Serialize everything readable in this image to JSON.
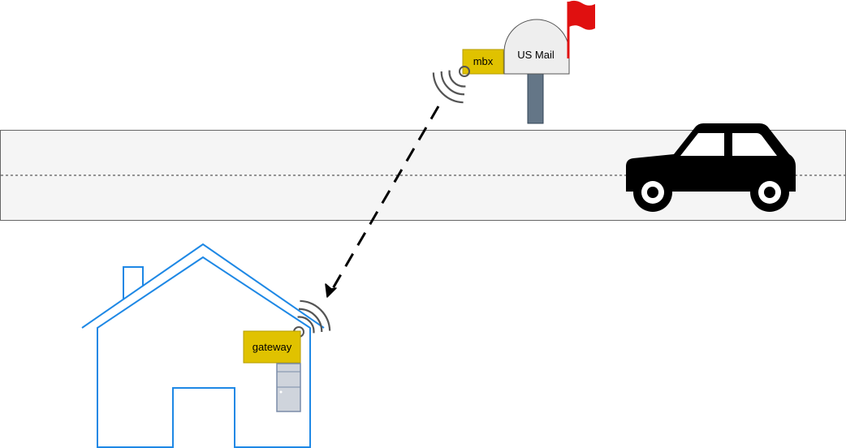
{
  "labels": {
    "mailbox": "US Mail",
    "mbx": "mbx",
    "gateway": "gateway"
  },
  "icons": {
    "mailbox_flag": "flag-icon",
    "car": "car-icon",
    "house": "house-icon",
    "server": "server-icon",
    "wifi_mailbox": "wireless-signal-icon",
    "wifi_gateway": "wireless-signal-icon"
  },
  "colors": {
    "road_fill": "#f5f5f5",
    "road_stroke": "#666666",
    "house_stroke": "#1e88e5",
    "label_fill": "#e0c200",
    "flag_red": "#e01010",
    "post": "#647687",
    "mailbox_fill": "#eeeeee",
    "server_fill": "#cfd4dc",
    "server_stroke": "#7a8ca8",
    "car": "#000000"
  }
}
